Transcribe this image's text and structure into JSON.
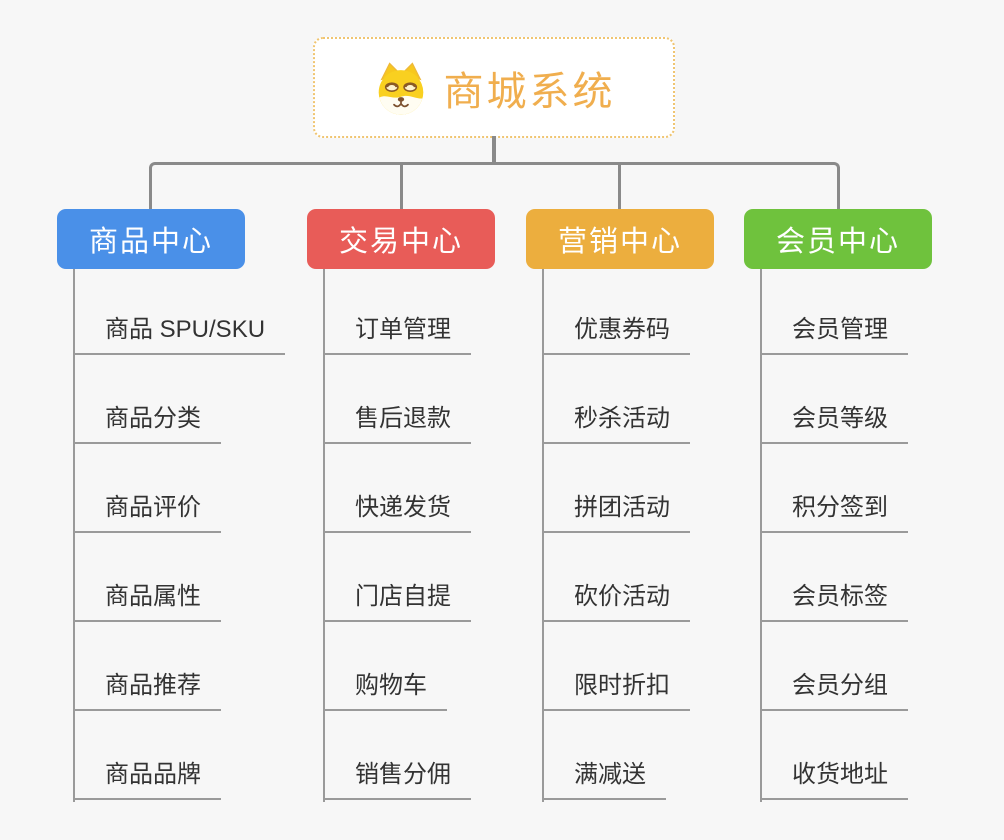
{
  "root": {
    "title": "商城系统",
    "icon": "dog-face-icon"
  },
  "branches": [
    {
      "label": "商品中心",
      "color": "#4a90e8",
      "children": [
        "商品 SPU/SKU",
        "商品分类",
        "商品评价",
        "商品属性",
        "商品推荐",
        "商品品牌"
      ]
    },
    {
      "label": "交易中心",
      "color": "#e85c58",
      "children": [
        "订单管理",
        "售后退款",
        "快递发货",
        "门店自提",
        "购物车",
        "销售分佣"
      ]
    },
    {
      "label": "营销中心",
      "color": "#ecae3e",
      "children": [
        "优惠券码",
        "秒杀活动",
        "拼团活动",
        "砍价活动",
        "限时折扣",
        "满减送"
      ]
    },
    {
      "label": "会员中心",
      "color": "#6fc23d",
      "children": [
        "会员管理",
        "会员等级",
        "积分签到",
        "会员标签",
        "会员分组",
        "收货地址"
      ]
    }
  ],
  "colors": {
    "bg": "#f7f7f7",
    "connector": "#8a8a8a",
    "spine": "#9a9a9a",
    "underline": "#9a9a9a",
    "leaf-text": "#333333",
    "root-accent": "#f0ae4e",
    "root-border": "#f0c571"
  }
}
